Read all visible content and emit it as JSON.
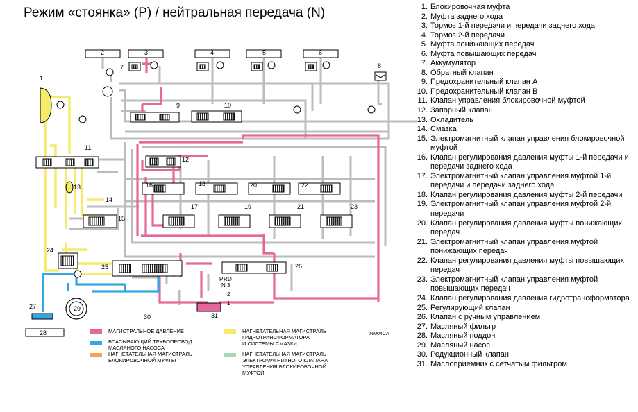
{
  "title": "Режим «стоянка» (P) / нейтральная передача (N)",
  "figure_code": "T6004CA",
  "colors": {
    "main_pressure": "#e6689a",
    "suction": "#33a8e0",
    "lockup_supply": "#f2a455",
    "converter_lube": "#f5ea6a",
    "solenoid_supply": "#a9d7b0",
    "line_gray": "#bcbcbc",
    "outline": "#000000"
  },
  "legend_keys": [
    {
      "id": "main",
      "label": "МАГИСТРАЛЬНОЕ ДАВЛЕНИЕ"
    },
    {
      "id": "suction",
      "label": "ВСАСЫВАЮЩИЙ ТРУБОПРОВОД\nМАСЛЯНОГО НАСОСА"
    },
    {
      "id": "lockup",
      "label": "НАГНЕТАТЕЛЬНАЯ МАГИСТРАЛЬ\nБЛОКИРОВОЧНОЙ МУФТЫ"
    },
    {
      "id": "converter",
      "label": "НАГНЕТАТЕЛЬНАЯ МАГИСТРАЛЬ\nГИДРОТРАНСФОРМАТОРА\nИ СИСТЕМЫ СМАЗКИ"
    },
    {
      "id": "solenoid",
      "label": "НАГНЕТАТЕЛЬНАЯ МАГИСТРАЛЬ\nЭЛЕКТРОМАГНИТНОГО КЛАПАНА\nУПРАВЛЕНИЯ БЛОКИРОВОЧНОЙ\nМУФТОЙ"
    }
  ],
  "selector_positions": [
    "P",
    "R",
    "N",
    "D",
    "3",
    "2",
    "1"
  ],
  "diagram_numbers": [
    "1",
    "2",
    "3",
    "4",
    "5",
    "6",
    "7",
    "8",
    "9",
    "10",
    "11",
    "12",
    "13",
    "14",
    "15",
    "16",
    "17",
    "18",
    "19",
    "20",
    "21",
    "22",
    "23",
    "24",
    "25",
    "26",
    "27",
    "28",
    "29",
    "30",
    "31"
  ],
  "legend_items": [
    {
      "num": "1.",
      "text": "Блокировочная муфта"
    },
    {
      "num": "2.",
      "text": "Муфта заднего хода"
    },
    {
      "num": "3.",
      "text": "Тормоз 1-й передачи и передачи заднего хода"
    },
    {
      "num": "4.",
      "text": "Тормоз 2-й передачи"
    },
    {
      "num": "5.",
      "text": "Муфта понижающих передач"
    },
    {
      "num": "6.",
      "text": "Муфта повышающих передач"
    },
    {
      "num": "7.",
      "text": "Аккумулятор"
    },
    {
      "num": "8.",
      "text": "Обратный клапан"
    },
    {
      "num": "9.",
      "text": "Предохранительный клапан A"
    },
    {
      "num": "10.",
      "text": "Предохранительный клапан B"
    },
    {
      "num": "11.",
      "text": "Клапан управления блокировочной муфтой"
    },
    {
      "num": "12.",
      "text": "Запорный клапан"
    },
    {
      "num": "13.",
      "text": "Охладитель"
    },
    {
      "num": "14.",
      "text": "Смазка"
    },
    {
      "num": "15.",
      "text": "Электромагнитный клапан управления блокировочной муфтой"
    },
    {
      "num": "16.",
      "text": "Клапан регулирования давления муфты 1-й передачи и передачи заднего хода"
    },
    {
      "num": "17.",
      "text": "Электромагнитный клапан управления муфтой 1-й передачи и передачи заднего хода"
    },
    {
      "num": "18.",
      "text": "Клапан регулирования давления муфты 2-й передачи"
    },
    {
      "num": "19.",
      "text": "Электромагнитный клапан управления муфтой 2-й передачи"
    },
    {
      "num": "20.",
      "text": "Клапан регулирования давления муфты понижающих передач"
    },
    {
      "num": "21.",
      "text": "Электромагнитный клапан управления муфтой понижающих передач"
    },
    {
      "num": "22.",
      "text": "Клапан регулирования давления муфты повышающих передач"
    },
    {
      "num": "23.",
      "text": "Электромагнитный клапан управления муфтой повышающих передач"
    },
    {
      "num": "24.",
      "text": "Клапан регулирования давления гидротрансформатора"
    },
    {
      "num": "25.",
      "text": "Регулирующий клапан"
    },
    {
      "num": "26.",
      "text": "Клапан с ручным управлением"
    },
    {
      "num": "27.",
      "text": "Масляный фильтр"
    },
    {
      "num": "28.",
      "text": "Масляный поддон"
    },
    {
      "num": "29.",
      "text": "Масляный насос"
    },
    {
      "num": "30.",
      "text": "Редукционный клапан"
    },
    {
      "num": "31.",
      "text": "Маслоприемник с сетчатым фильтром"
    }
  ]
}
